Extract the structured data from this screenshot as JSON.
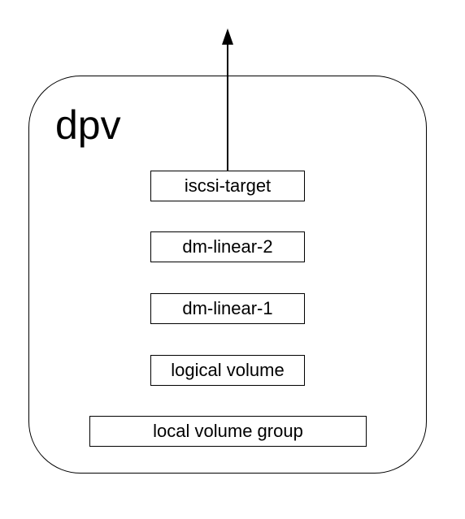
{
  "diagram": {
    "title": "dpv",
    "layers": [
      {
        "label": "iscsi-target"
      },
      {
        "label": "dm-linear-2"
      },
      {
        "label": "dm-linear-1"
      },
      {
        "label": "logical volume"
      },
      {
        "label": "local volume group"
      }
    ]
  }
}
